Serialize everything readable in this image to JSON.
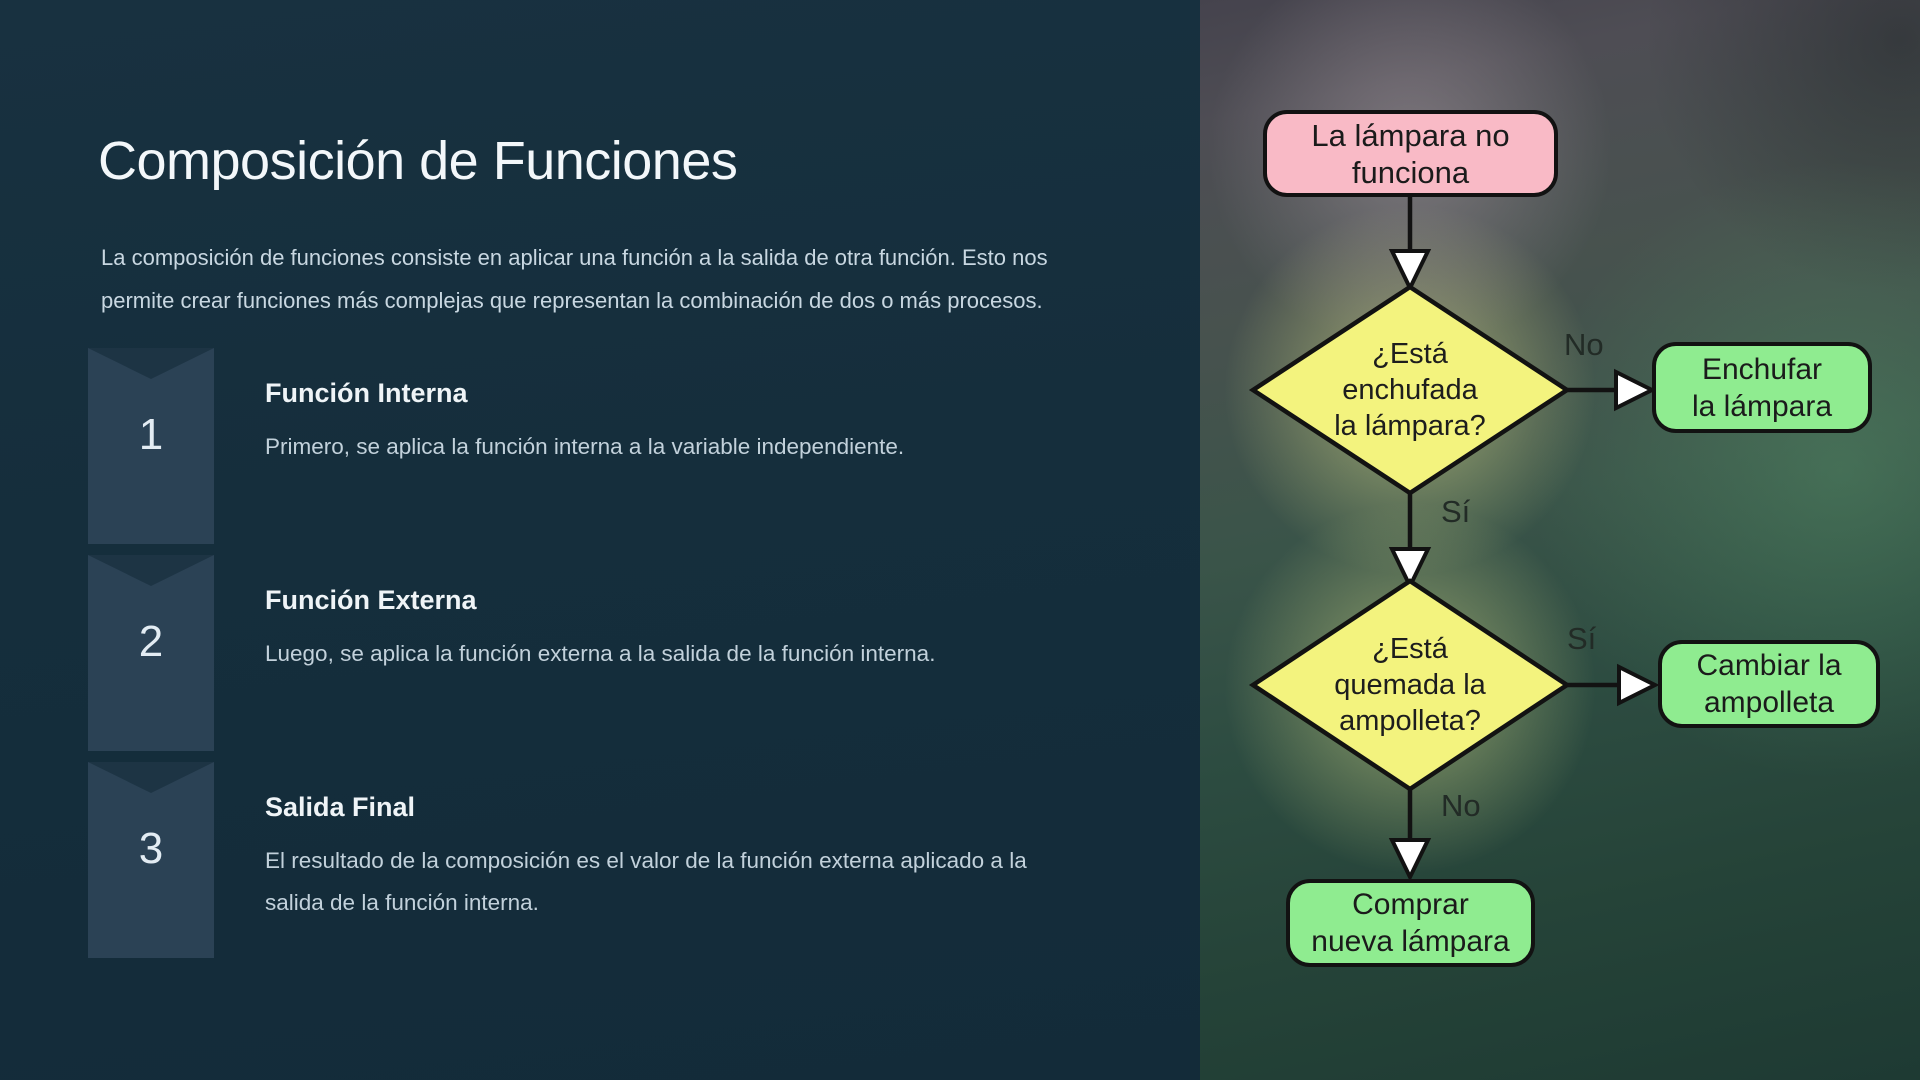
{
  "left_panel": {
    "title": "Composición de Funciones",
    "intro": {
      "lines": [
        "La composición de funciones consiste en aplicar una función a la salida de otra función. Esto nos",
        "permite crear funciones más complejas que representan la combinación de dos o más procesos."
      ]
    },
    "steps": [
      {
        "number": "1",
        "title": "Función Interna",
        "description_lines": [
          "Primero, se aplica la función interna a la variable independiente."
        ]
      },
      {
        "number": "2",
        "title": "Función Externa",
        "description_lines": [
          "Luego, se aplica la función externa a la salida de la función interna."
        ]
      },
      {
        "number": "3",
        "title": "Salida Final",
        "description_lines": [
          "El resultado de la composición es el valor de la función externa aplicado a la",
          "salida de la función interna."
        ]
      }
    ]
  },
  "flowchart": {
    "start": {
      "lines": [
        "La lámpara no",
        "funciona"
      ]
    },
    "decision1": {
      "lines": [
        "¿Está",
        "enchufada",
        "la lámpara?"
      ]
    },
    "action1": {
      "lines": [
        "Enchufar",
        "la lámpara"
      ]
    },
    "decision2": {
      "lines": [
        "¿Está",
        "quemada la",
        "ampolleta?"
      ]
    },
    "action2": {
      "lines": [
        "Cambiar la",
        "ampolleta"
      ]
    },
    "action3": {
      "lines": [
        "Comprar",
        "nueva lámpara"
      ]
    },
    "labels": {
      "d1_no": "No",
      "d1_yes": "Sí",
      "d2_yes": "Sí",
      "d2_no": "No"
    },
    "colors": {
      "pink": "#f9bac6",
      "yellow": "#f3f37e",
      "green": "#8fec90",
      "stroke": "#121212",
      "arrow_fill": "#ffffff"
    }
  }
}
